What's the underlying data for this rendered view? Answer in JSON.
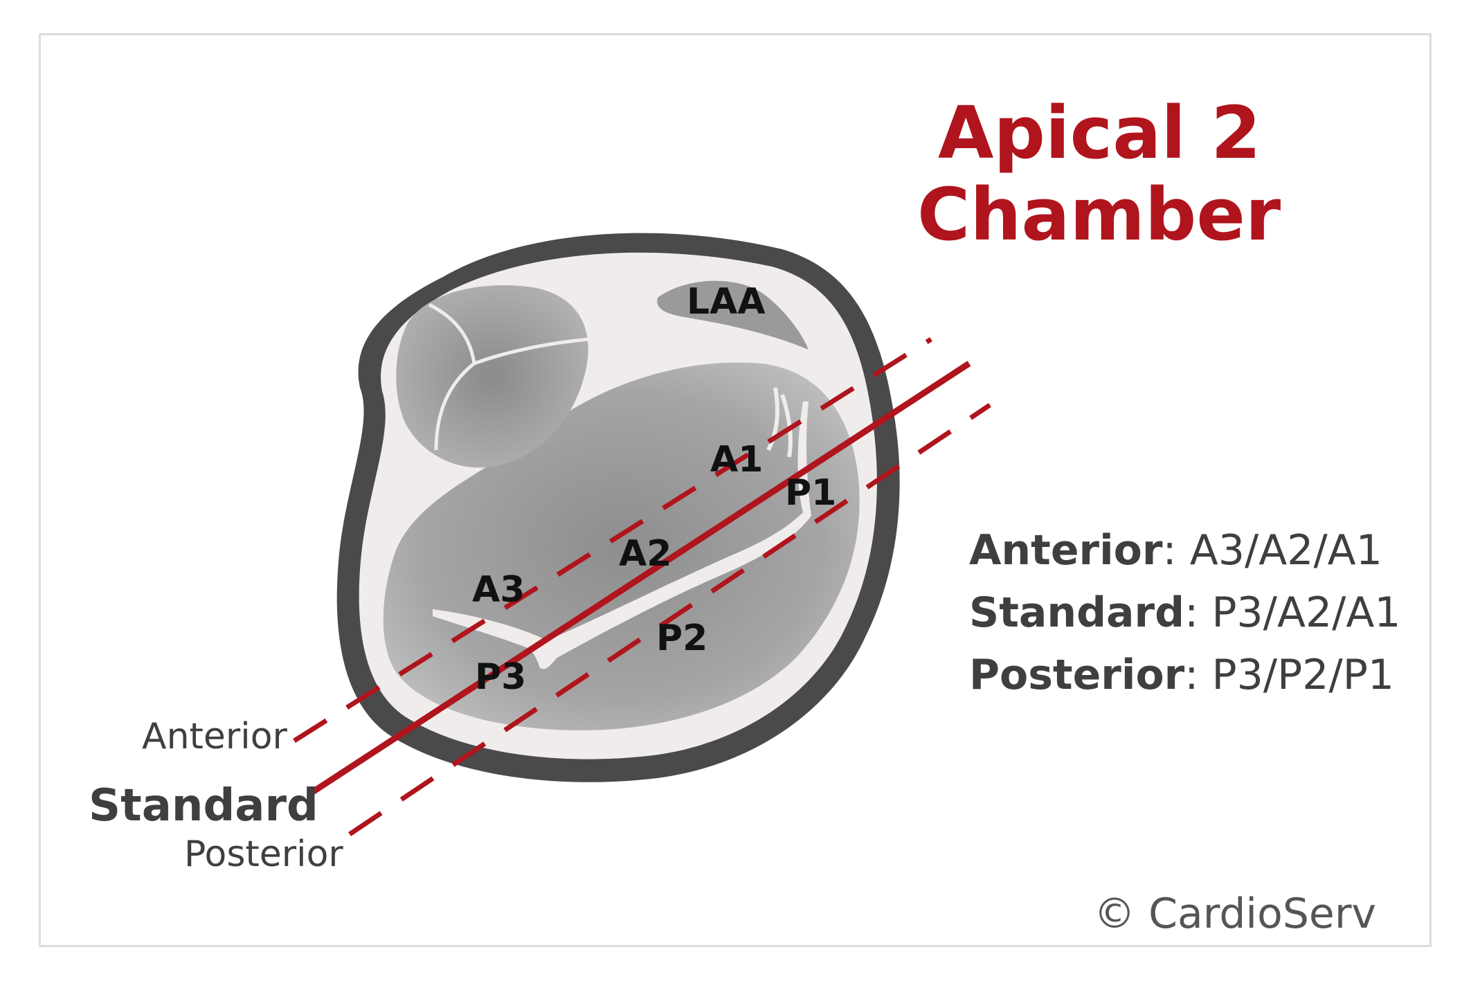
{
  "title": {
    "line1": "Apical 2",
    "line2": "Chamber"
  },
  "anatomy_labels": {
    "laa": "LAA",
    "a1": "A1",
    "a2": "A2",
    "a3": "A3",
    "p1": "P1",
    "p2": "P2",
    "p3": "P3"
  },
  "plane_labels": {
    "anterior": "Anterior",
    "standard": "Standard",
    "posterior": "Posterior"
  },
  "legend": [
    {
      "key": "Anterior",
      "sep": ": ",
      "value": "A3/A2/A1"
    },
    {
      "key": "Standard",
      "sep": ": ",
      "value": "P3/A2/A1"
    },
    {
      "key": "Posterior",
      "sep": ": ",
      "value": "P3/P2/P1"
    }
  ],
  "copyright": "© CardioServ",
  "colors": {
    "accent_red": "#b0141c",
    "outer_wall": "#4a4a4a",
    "inner_fill": "#f1ecec",
    "chamber_gray": "#9e9e9e",
    "text_dark": "#3f3f3f"
  }
}
